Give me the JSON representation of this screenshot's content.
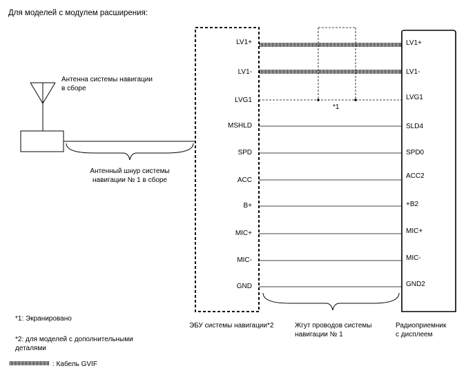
{
  "title": "Для моделей с модулем расширения:",
  "antenna": {
    "label_line1": "Антенна системы навигации",
    "label_line2": "в сборе"
  },
  "antenna_cord": {
    "label_line1": "Антенный шнур системы",
    "label_line2": "навигации № 1 в сборе"
  },
  "ecu": {
    "caption": "ЭБУ системы навигации*2",
    "pins": [
      "LV1+",
      "LV1-",
      "LVG1",
      "MSHLD",
      "SPD",
      "ACC",
      "B+",
      "MIC+",
      "MIC-",
      "GND"
    ]
  },
  "radio": {
    "caption_line1": "Радиоприемник",
    "caption_line2": "с дисплеем",
    "pins": [
      "LV1+",
      "LV1-",
      "LVG1",
      "SLD4",
      "SPD0",
      "ACC2",
      "+B2",
      "MIC+",
      "MIC-",
      "GND2"
    ]
  },
  "harness": {
    "label_line1": "Жгут проводов системы",
    "label_line2": "навигации № 1"
  },
  "shield_marker": "*1",
  "notes": {
    "note1": "*1: Экранировано",
    "note2_line1": "*2: для моделей с дополнительными",
    "note2_line2": "деталями",
    "legend": ": Кабель GVIF"
  },
  "colors": {
    "line": "#000000",
    "background": "#ffffff"
  }
}
